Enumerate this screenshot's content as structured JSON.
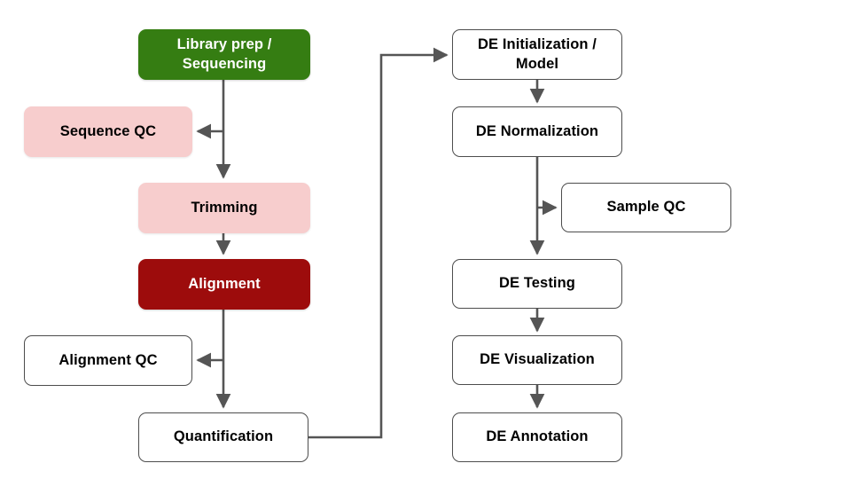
{
  "diagram": {
    "title": "RNA-seq analysis workflow",
    "background": "#ffffff",
    "connector_color": "#555555",
    "palette": {
      "green": "#357d12",
      "dark_red": "#9d0c0c",
      "pink": "#f7cdcd",
      "outline_border": "#4d4d4d",
      "outline_fill": "#ffffff",
      "text_light": "#ffffff",
      "text_dark": "#000000"
    },
    "nodes": [
      {
        "id": "library-prep-sequencing",
        "label": "Library prep   /\nSequencing",
        "style": "filled-green"
      },
      {
        "id": "sequence-qc",
        "label": "Sequence QC",
        "style": "filled-pink"
      },
      {
        "id": "trimming",
        "label": "Trimming",
        "style": "filled-pink"
      },
      {
        "id": "alignment",
        "label": "Alignment",
        "style": "filled-red"
      },
      {
        "id": "alignment-qc",
        "label": "Alignment QC",
        "style": "outline"
      },
      {
        "id": "quantification",
        "label": "Quantification",
        "style": "outline"
      },
      {
        "id": "de-initialization-model",
        "label": "DE Initialization /\nModel",
        "style": "outline"
      },
      {
        "id": "de-normalization",
        "label": "DE Normalization",
        "style": "outline"
      },
      {
        "id": "sample-qc",
        "label": "Sample QC",
        "style": "outline"
      },
      {
        "id": "de-testing",
        "label": "DE Testing",
        "style": "outline"
      },
      {
        "id": "de-visualization",
        "label": "DE Visualization",
        "style": "outline"
      },
      {
        "id": "de-annotation",
        "label": "DE Annotation",
        "style": "outline"
      }
    ],
    "edges": [
      {
        "from": "library-prep-sequencing",
        "to": "sequence-qc",
        "kind": "branch-left"
      },
      {
        "from": "library-prep-sequencing",
        "to": "trimming",
        "kind": "straight-down"
      },
      {
        "from": "trimming",
        "to": "alignment",
        "kind": "straight-down"
      },
      {
        "from": "alignment",
        "to": "alignment-qc",
        "kind": "branch-left"
      },
      {
        "from": "alignment",
        "to": "quantification",
        "kind": "straight-down"
      },
      {
        "from": "quantification",
        "to": "de-initialization-model",
        "kind": "elbow-right-up"
      },
      {
        "from": "de-initialization-model",
        "to": "de-normalization",
        "kind": "straight-down"
      },
      {
        "from": "de-normalization",
        "to": "sample-qc",
        "kind": "branch-right"
      },
      {
        "from": "de-normalization",
        "to": "de-testing",
        "kind": "straight-down"
      },
      {
        "from": "de-testing",
        "to": "de-visualization",
        "kind": "straight-down"
      },
      {
        "from": "de-visualization",
        "to": "de-annotation",
        "kind": "straight-down"
      }
    ]
  }
}
